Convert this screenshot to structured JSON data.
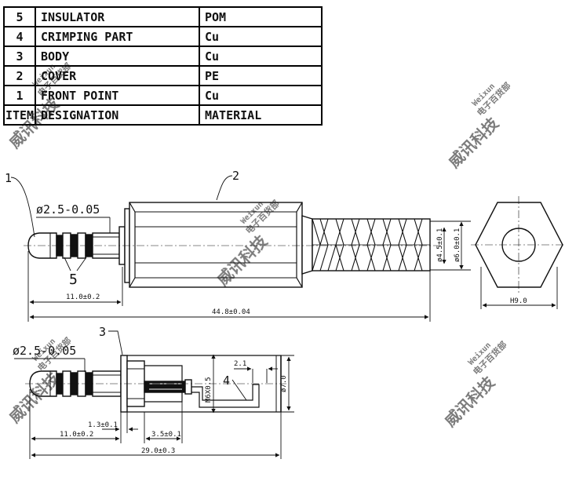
{
  "bom_table": {
    "rows": [
      {
        "item": "5",
        "designation": "INSULATOR",
        "material": "POM"
      },
      {
        "item": "4",
        "designation": "CRIMPING PART",
        "material": "Cu"
      },
      {
        "item": "3",
        "designation": "BODY",
        "material": "Cu"
      },
      {
        "item": "2",
        "designation": "COVER",
        "material": "PE"
      },
      {
        "item": "1",
        "designation": "FRONT POINT",
        "material": "Cu"
      },
      {
        "item": "ITEM",
        "designation": "DESIGNATION",
        "material": "MATERIAL"
      }
    ]
  },
  "drawing": {
    "callouts": {
      "one": "1",
      "two": "2",
      "three": "3",
      "four": "4",
      "five": "5"
    },
    "dimensions": {
      "plug_dia_top": "ø2.5-0.05",
      "plug_dia_bottom": "ø2.5-0.05",
      "tip_len_top": "11.0±0.2",
      "total_len": "44.8±0.04",
      "dia_45": "ø4.5±0.1",
      "dia_60": "ø6.0±0.1",
      "hex": "H9.0",
      "m6": "M6X0.5",
      "d70": "ø7.0",
      "w21": "2.1",
      "d13": "1.3±0.1",
      "tip_len_bottom": "11.0±0.2",
      "d35": "3.5±0.1",
      "len_290": "29.0±0.3"
    },
    "watermark": {
      "brand": "Weixun",
      "sub": "电子百货部",
      "main": "威讯科技"
    }
  }
}
